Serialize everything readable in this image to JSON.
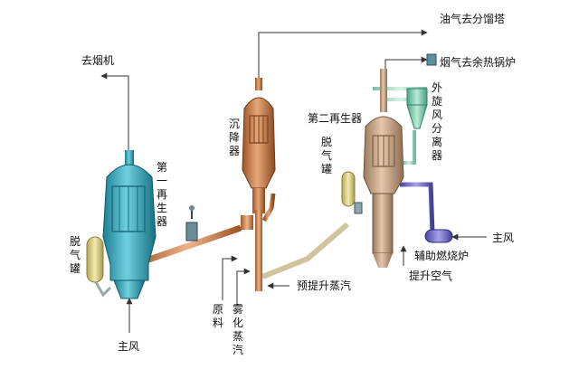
{
  "labels": {
    "smoke_out": "去烟机",
    "first_regen": "第一再生器",
    "degas_left": "脱气罐",
    "main_air_bottom": "主风",
    "settler": "沉降器",
    "feed": "原料",
    "atomize_steam": "雾化蒸汽",
    "pre_lift_steam": "预提升蒸汽",
    "oil_gas_out": "油气去分馏塔",
    "flue_gas_out": "烟气去余热锅炉",
    "second_regen": "第二再生器",
    "degas_right": "脱气罐",
    "external_cyclone": "外旋风分离器",
    "aux_burner": "辅助燃烧炉",
    "main_air_right": "主风",
    "lift_air": "提升空气"
  },
  "colors": {
    "first_regen": "#3aa6b8",
    "settler": "#c98252",
    "second_regen": "#c9a283",
    "degas": "#e0d48c",
    "cyclone": "#8fd1b4",
    "riser": "#d89666",
    "aux_burner": "#7a74c8",
    "arrow": "#333333"
  }
}
